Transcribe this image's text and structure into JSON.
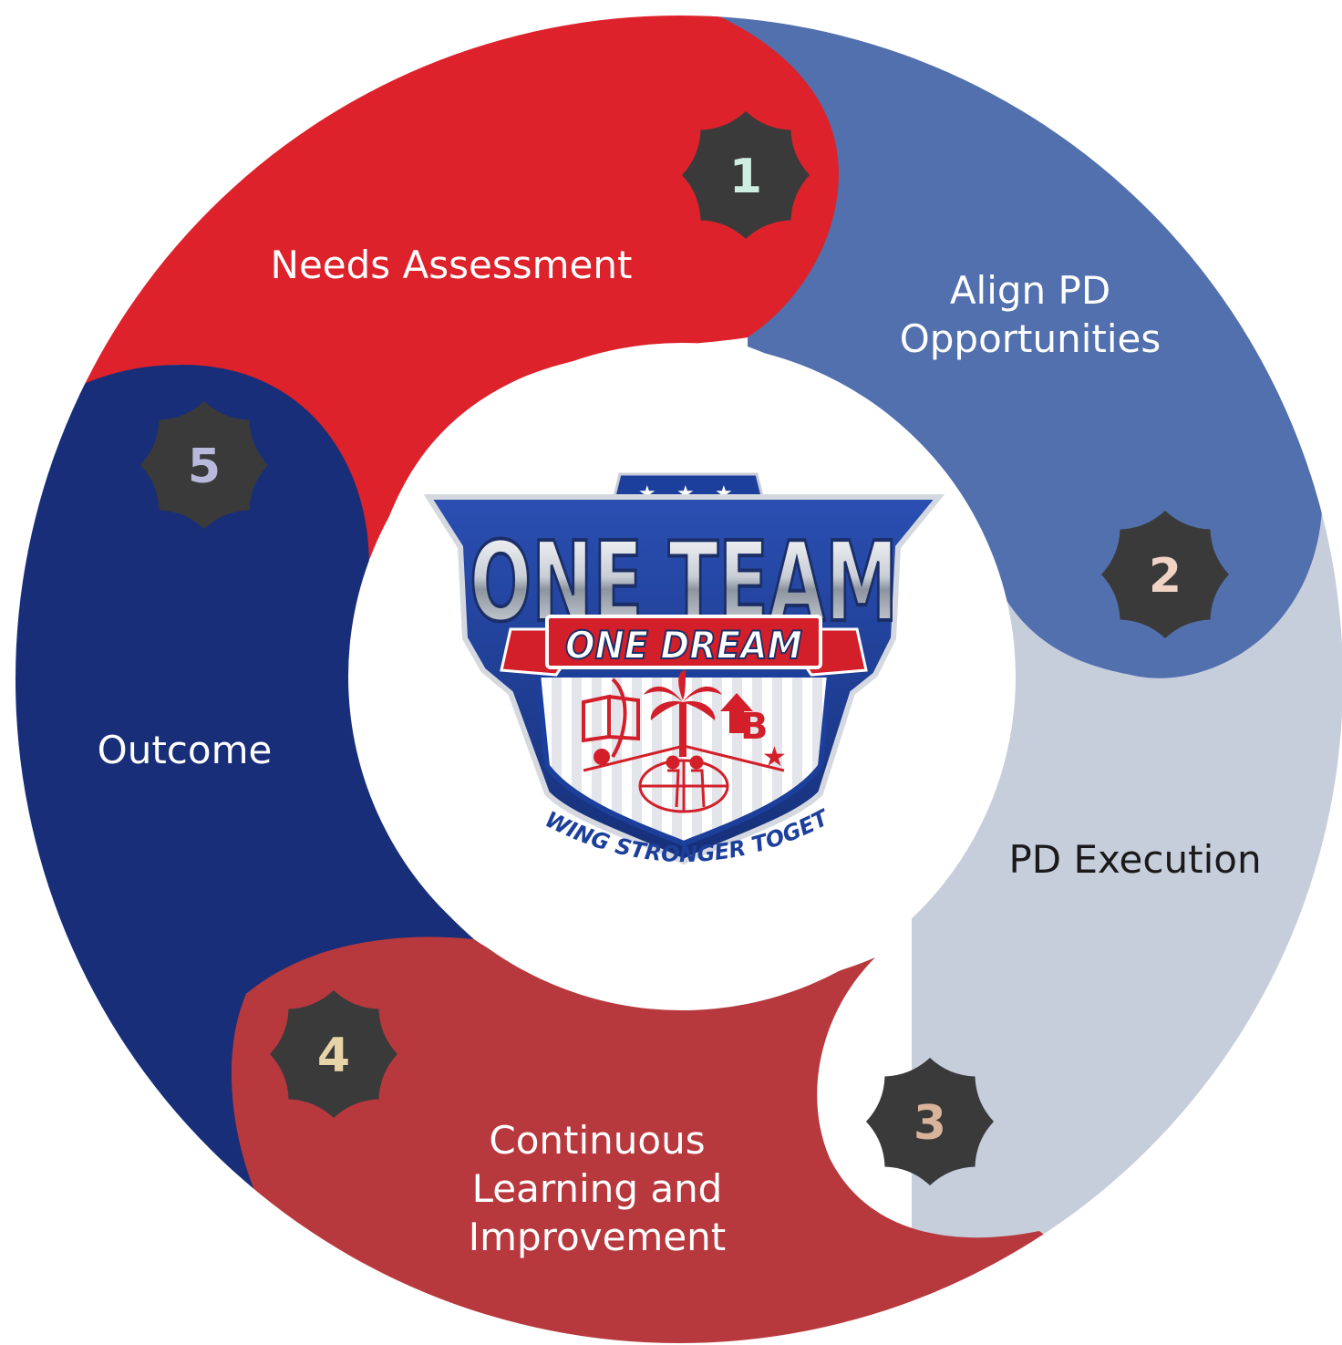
{
  "colors": {
    "step1": "#dd222b",
    "step2": "#5270ae",
    "step3": "#c6cddb",
    "step4": "#b7393e",
    "step5": "#182e78",
    "badge": "#3a3a3a",
    "center": "#ffffff"
  },
  "steps": [
    {
      "number": "1",
      "label_lines": [
        "Needs Assessment"
      ],
      "text_color": "#ffffff",
      "number_color": "#cdeee0"
    },
    {
      "number": "2",
      "label_lines": [
        "Align PD",
        "Opportunities"
      ],
      "text_color": "#ffffff",
      "number_color": "#f0d3c4"
    },
    {
      "number": "3",
      "label_lines": [
        "PD Execution"
      ],
      "text_color": "#1a1a1a",
      "number_color": "#d9b39a"
    },
    {
      "number": "4",
      "label_lines": [
        "Continuous",
        "Learning and",
        "Improvement"
      ],
      "text_color": "#ffffff",
      "number_color": "#e6d3a8"
    },
    {
      "number": "5",
      "label_lines": [
        "Outcome"
      ],
      "text_color": "#ffffff",
      "number_color": "#b9b9dc"
    }
  ],
  "logo": {
    "title": "ONE TEAM",
    "subtitle": "ONE DREAM",
    "motto": "GROWING STRONGER TOGETHER",
    "icons": [
      "book-quill-icon",
      "palm-tree-icon",
      "arrow-b-icon",
      "star-icon",
      "globe-family-icon"
    ]
  }
}
